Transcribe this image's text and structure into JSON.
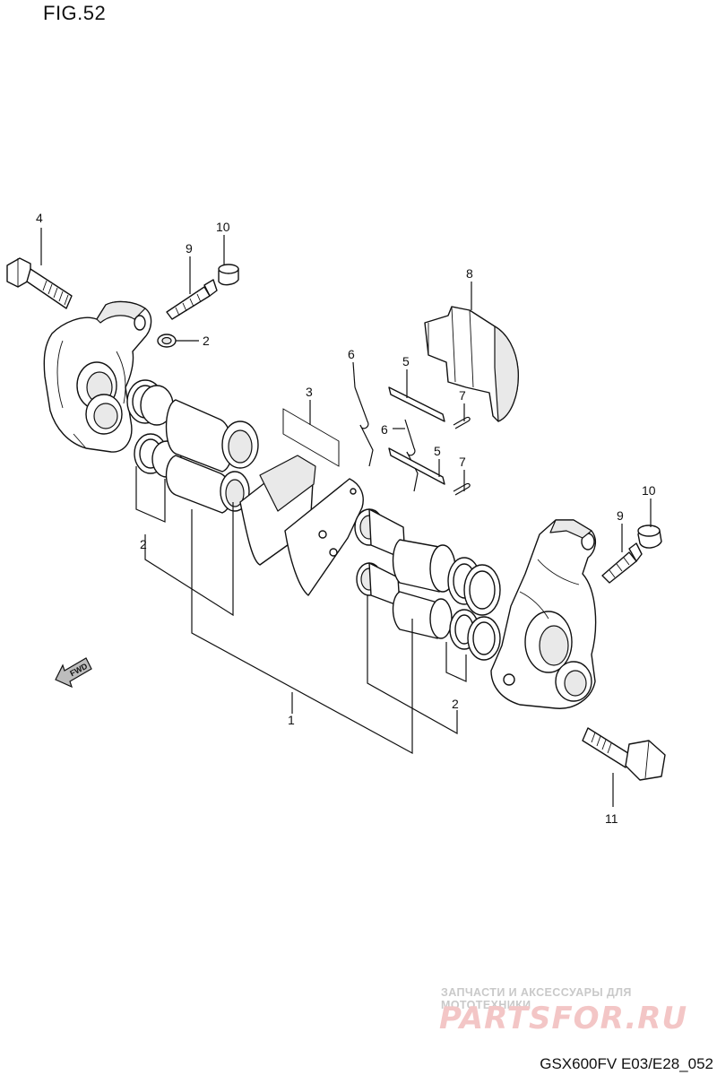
{
  "figure": {
    "title": "FIG.52",
    "code": "GSX600FV E03/E28_052"
  },
  "watermark": {
    "subtitle": "ЗАПЧАСТИ И АКСЕССУАРЫ ДЛЯ МОТОТЕХНИКИ",
    "logo": "PARTSFOR.RU"
  },
  "fwd_label": "FWD",
  "callouts": {
    "c1": "1",
    "c2a": "2",
    "c2b": "2",
    "c2c": "2",
    "c3": "3",
    "c4": "4",
    "c5a": "5",
    "c5b": "5",
    "c6a": "6",
    "c6b": "6",
    "c7a": "7",
    "c7b": "7",
    "c8": "8",
    "c9a": "9",
    "c9b": "9",
    "c10a": "10",
    "c10b": "10",
    "c11": "11"
  }
}
